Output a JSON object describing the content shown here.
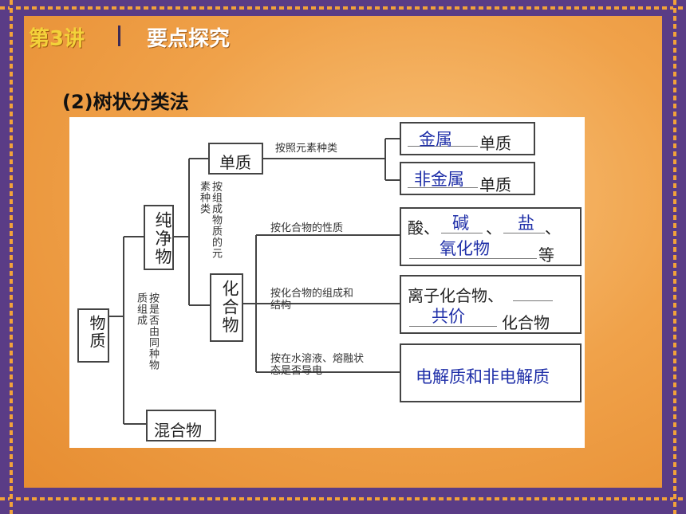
{
  "header": {
    "lesson": "第3讲",
    "topic": "要点探究"
  },
  "subtitle": "(2)树状分类法",
  "diagram": {
    "root": "物质",
    "criterion_root": "按是否由同种物质组成",
    "pure": "纯净物",
    "mixture": "混合物",
    "criterion_pure": "按组成物质的元素种类",
    "element": "单质",
    "compound": "化合物",
    "criterion_element": "按照元素种类",
    "metal_answer": "金属",
    "nonmetal_answer": "非金属",
    "element_suffix": "单质",
    "criterion_prop": "按化合物的性质",
    "acid_prefix": "酸、",
    "base_answer": "碱",
    "salt_answer": "盐",
    "sep_mark": "、",
    "oxide_answer": "氧化物",
    "etc": "等",
    "criterion_struct": "按化合物的组成和结构",
    "ionic": "离子化合物、",
    "covalent_answer": "共价",
    "compound_suffix": "化合物",
    "criterion_conduct": "按在水溶液、熔融状态是否导电",
    "electrolyte_answer": "电解质和非电解质"
  }
}
